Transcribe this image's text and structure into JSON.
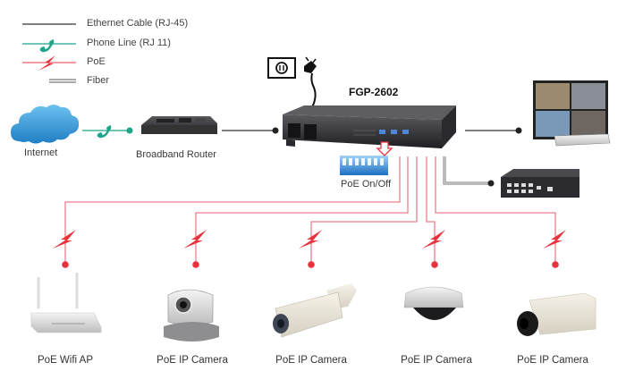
{
  "legend": {
    "items": [
      {
        "label": "Ethernet Cable (RJ-45)",
        "type": "ethernet",
        "color": "#333333"
      },
      {
        "label": "Phone Line (RJ 11)",
        "type": "phone",
        "color": "#1aa58a"
      },
      {
        "label": "PoE",
        "type": "poe",
        "color": "#e8333c"
      },
      {
        "label": "Fiber",
        "type": "fiber",
        "color": "#555555"
      }
    ]
  },
  "nodes": {
    "internet": {
      "label": "Internet",
      "icon": "cloud-icon"
    },
    "router": {
      "label": "Broadband Router",
      "icon": "router-icon"
    },
    "switch": {
      "label": "FGP-2602",
      "icon": "poe-switch-icon"
    },
    "power": {
      "icon": "power-outlet-icon"
    },
    "poe_toggle": {
      "label": "PoE On/Off",
      "icon": "dip-switch-icon"
    },
    "nvr": {
      "icon": "nvr-monitor-icon"
    },
    "gig_switch": {
      "icon": "gigabit-switch-icon"
    }
  },
  "endpoints": [
    {
      "label": "PoE Wifi AP",
      "icon": "wifi-ap-icon"
    },
    {
      "label": "PoE IP Camera",
      "icon": "ptz-camera-icon"
    },
    {
      "label": "PoE IP Camera",
      "icon": "bullet-camera-icon"
    },
    {
      "label": "PoE IP Camera",
      "icon": "dome-camera-icon"
    },
    {
      "label": "PoE IP Camera",
      "icon": "box-camera-icon"
    }
  ],
  "colors": {
    "ethernet": "#333333",
    "phone": "#1aa58a",
    "poe": "#e8333c",
    "fiber": "#666666",
    "cloud": "#3c9ad6"
  }
}
